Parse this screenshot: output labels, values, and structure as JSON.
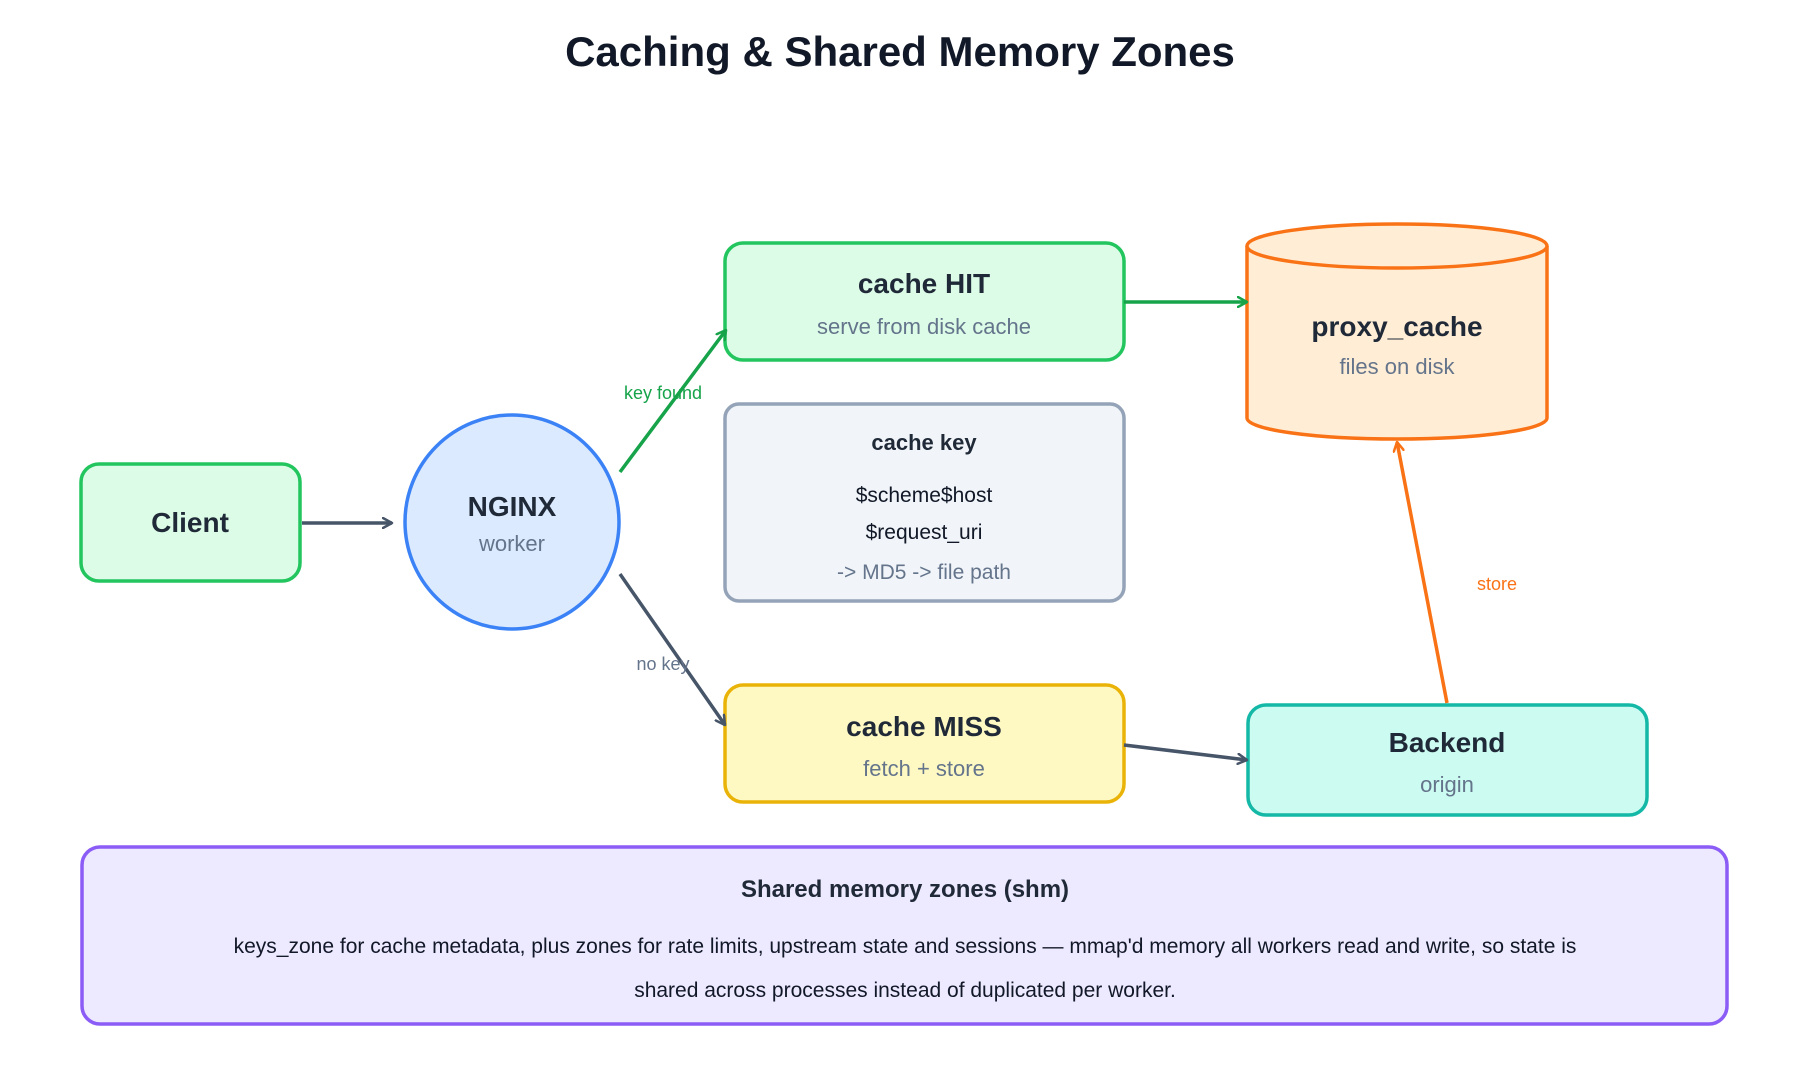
{
  "title": "Caching & Shared Memory Zones",
  "nodes": {
    "client": {
      "label": "Client"
    },
    "nginx": {
      "label": "NGINX",
      "sub": "worker"
    },
    "cache_hit": {
      "label": "cache HIT",
      "sub": "serve from disk cache"
    },
    "cache_key": {
      "title": "cache key",
      "line1": "$scheme$host",
      "line2": "$request_uri",
      "line3": "-> MD5 -> file path"
    },
    "cache_miss": {
      "label": "cache MISS",
      "sub": "fetch + store"
    },
    "proxy_cache": {
      "label": "proxy_cache",
      "sub": "files on disk"
    },
    "backend": {
      "label": "Backend",
      "sub": "origin"
    }
  },
  "edges": {
    "key_found": "key found",
    "no_key": "no key",
    "store": "store"
  },
  "shm": {
    "title": "Shared memory zones (shm)",
    "line1": "keys_zone for cache metadata, plus zones for rate limits, upstream state and sessions — mmap'd memory all workers read and write, so state is",
    "line2": "shared across processes instead of duplicated per worker."
  },
  "colors": {
    "green": "#22c55e",
    "green_fill": "#dcfce7",
    "blue": "#3b82f6",
    "blue_fill": "#dbeafe",
    "slate": "#94a3b8",
    "slate_fill": "#f1f5f9",
    "yellow": "#eab308",
    "yellow_fill": "#fef9c3",
    "orange": "#f97316",
    "orange_fill": "#ffedd5",
    "teal": "#14b8a6",
    "teal_fill": "#ccfbf1",
    "purple": "#8b5cf6",
    "purple_fill": "#ede9fe",
    "arrow_dark": "#475569",
    "arrow_green": "#16a34a"
  }
}
